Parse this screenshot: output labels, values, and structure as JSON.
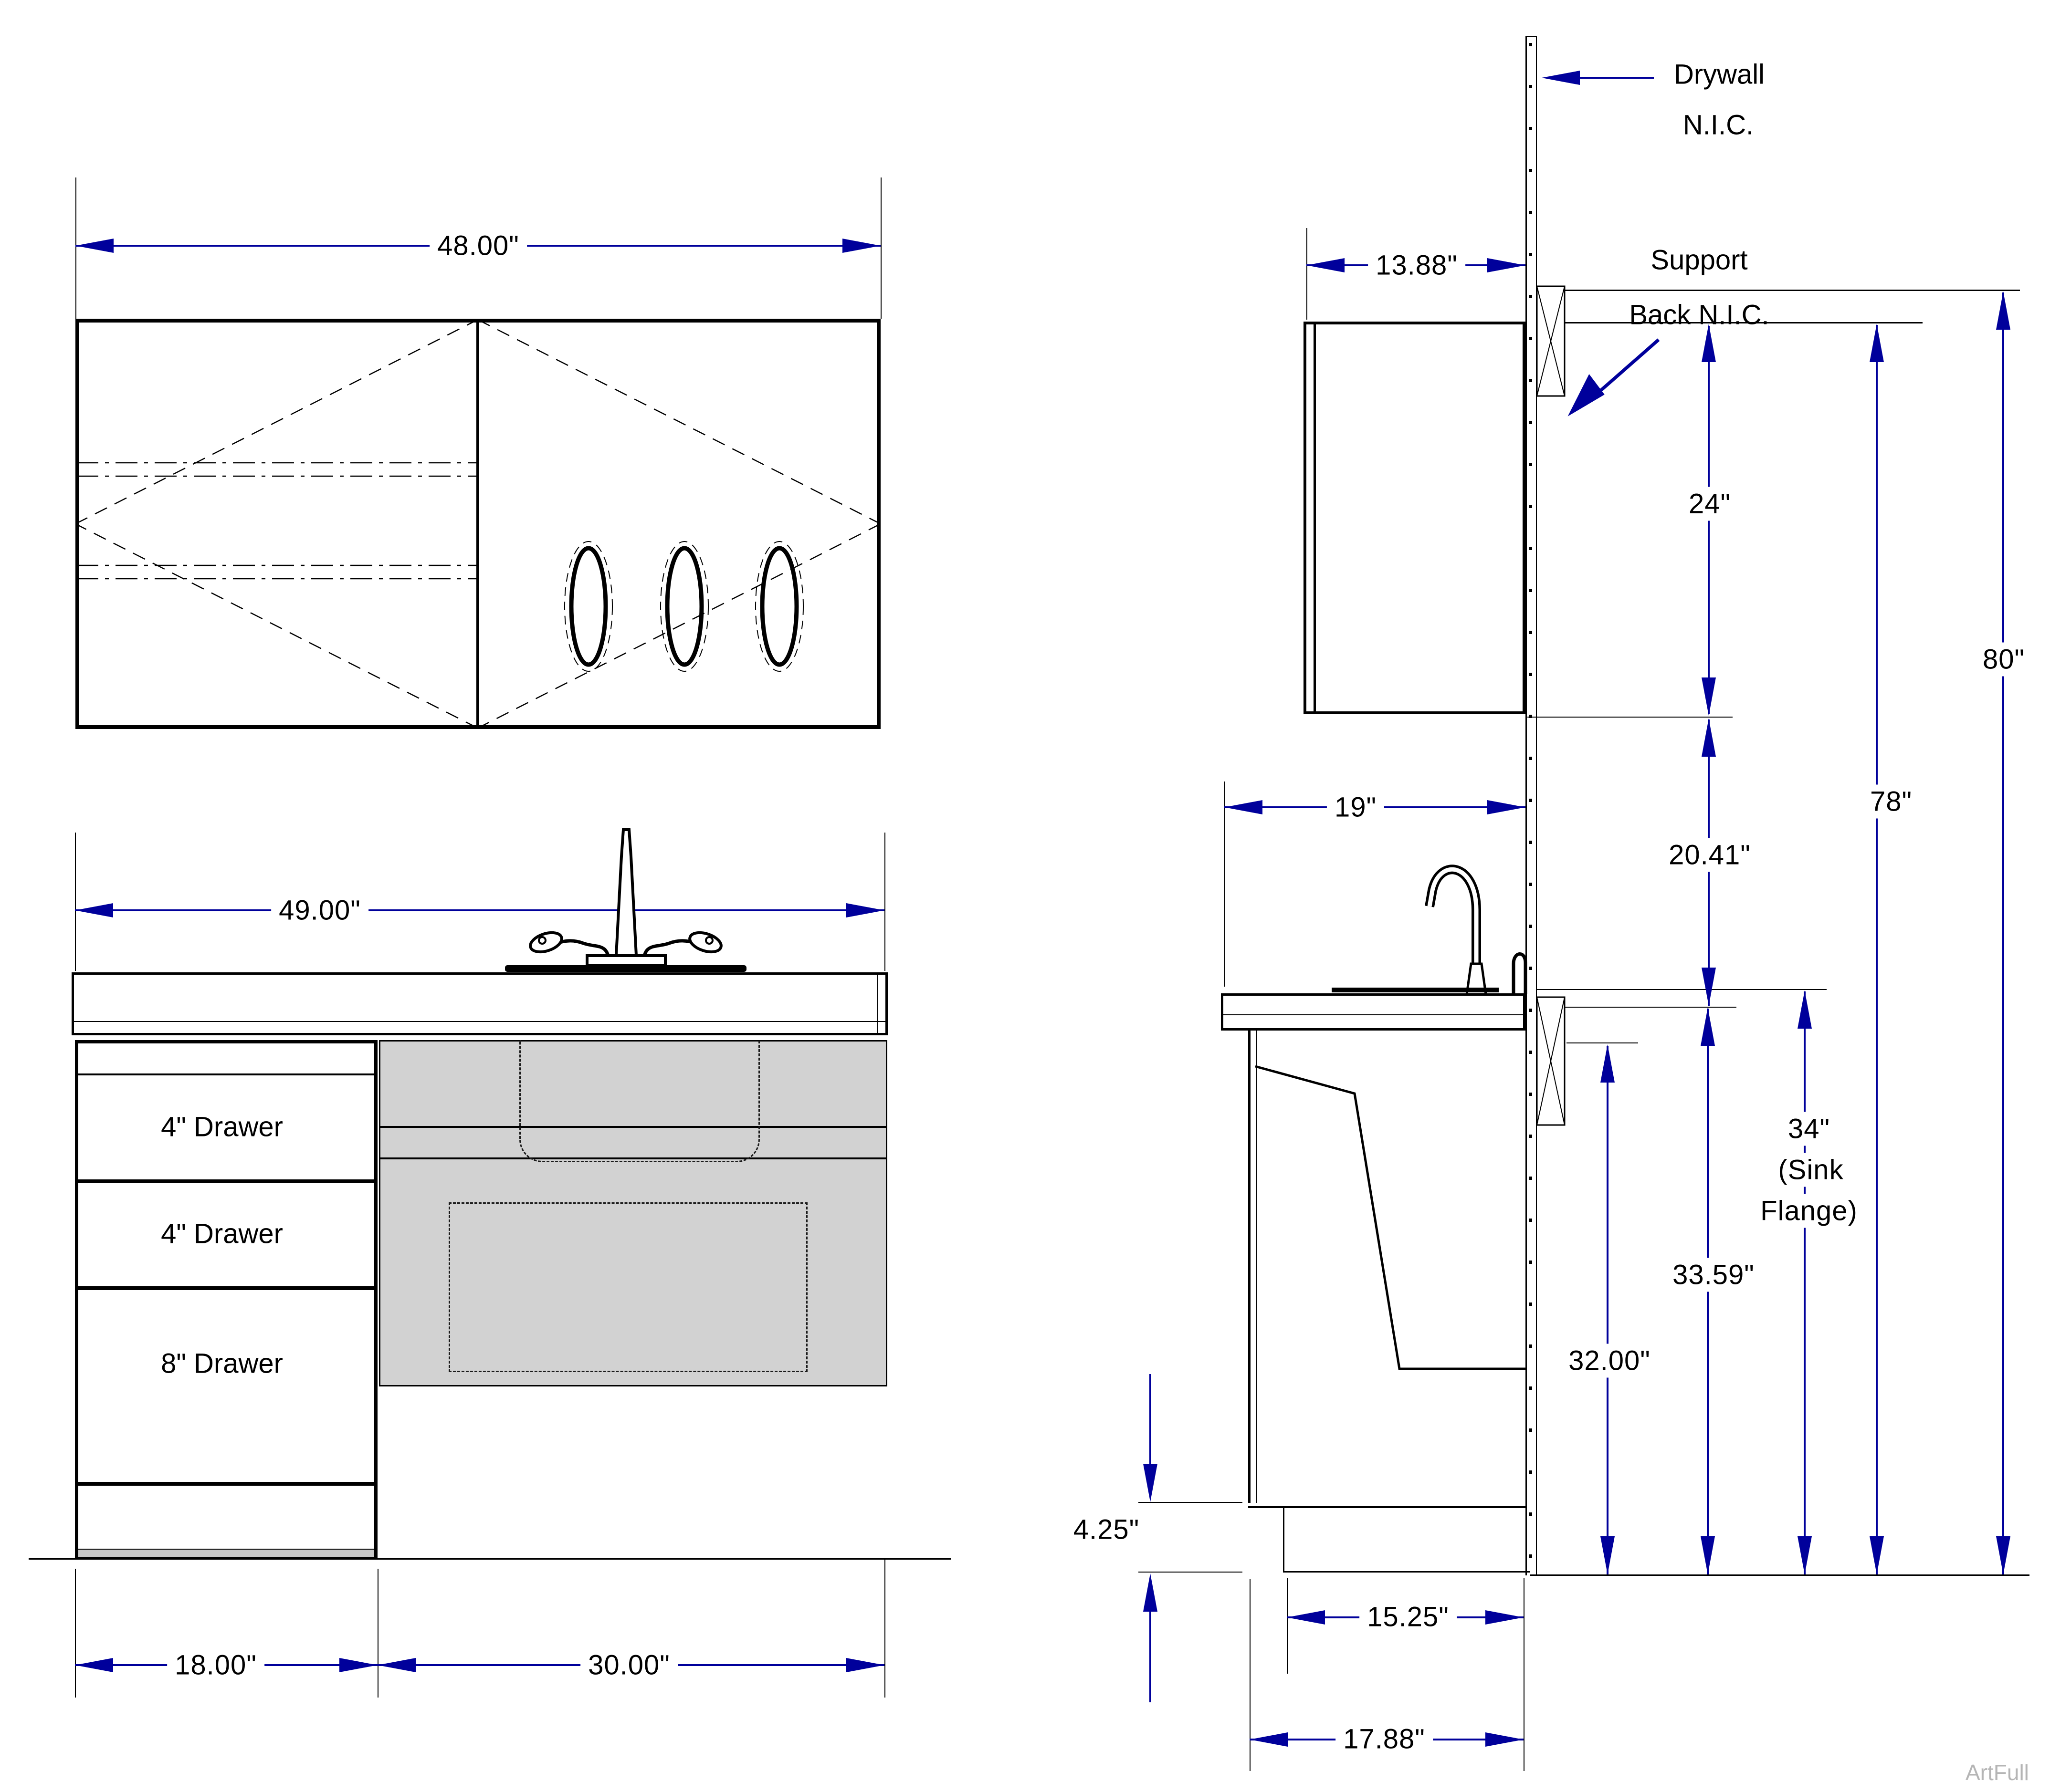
{
  "watermark": "ArtFull",
  "colors": {
    "dimension_blue": "#00009b",
    "line_black": "#000000",
    "panel_gray": "#d2d2d2"
  },
  "front_view": {
    "wall_cabinet": {
      "width": "48.00\""
    },
    "vanity": {
      "width": "49.00\"",
      "drawers": [
        "4\" Drawer",
        "4\" Drawer",
        "8\" Drawer"
      ],
      "left_section_width": "18.00\"",
      "open_section_width": "30.00\""
    }
  },
  "side_view": {
    "drywall_note_line1": "Drywall",
    "drywall_note_line2": "N.I.C.",
    "support_note_line1": "Support",
    "support_note_line2": "Back N.I.C.",
    "wall_cabinet_depth": "13.88\"",
    "wall_cabinet_height": "24\"",
    "counter_depth": "19\"",
    "overall_height": "80\"",
    "wall_cabinet_top_height": "78\"",
    "splash_gap_height": "20.41\"",
    "sink_flange_line1": "34\"",
    "sink_flange_line2": "(Sink",
    "sink_flange_line3": "Flange)",
    "counter_back_height": "33.59\"",
    "knee_clearance_height": "32.00\"",
    "toe_kick_height": "4.25\"",
    "toe_kick_depth": "15.25\"",
    "cabinet_bottom_depth": "17.88\""
  }
}
